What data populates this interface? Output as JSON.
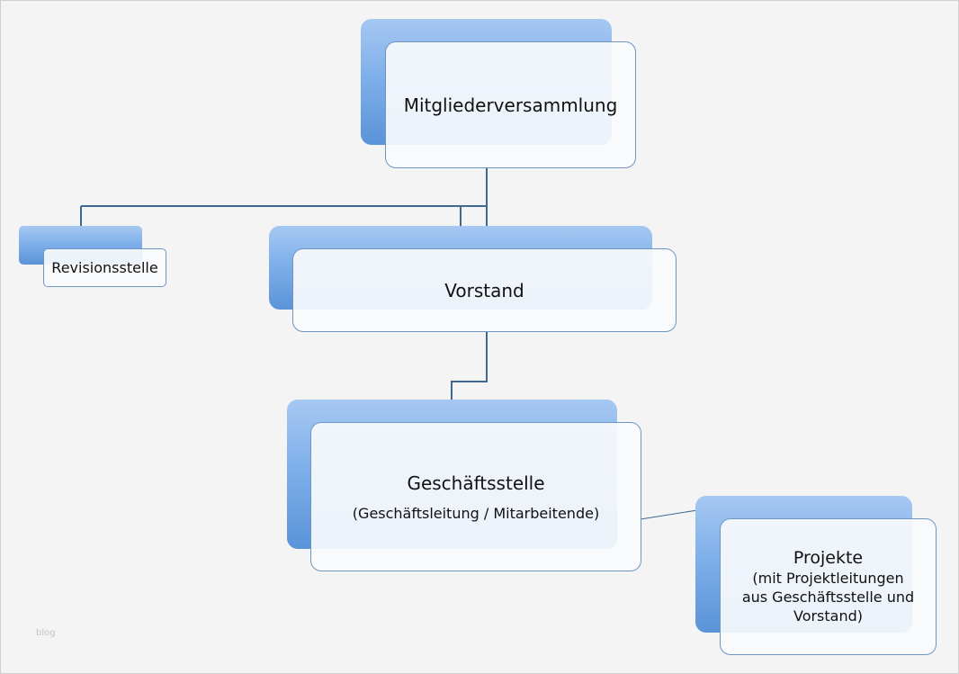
{
  "nodes": {
    "mitgliederversammlung": {
      "title": "Mitgliederversammlung"
    },
    "revisionsstelle": {
      "title": "Revisionsstelle"
    },
    "vorstand": {
      "title": "Vorstand"
    },
    "geschaeftsstelle": {
      "title": "Geschäftsstelle",
      "subtitle": "(Geschäftsleitung / Mitarbeitende)"
    },
    "projekte": {
      "title": "Projekte",
      "subtitle_lines": [
        "(mit Projektleitungen",
        "aus Geschäftsstelle und",
        "Vorstand)"
      ]
    }
  },
  "watermark": "blog",
  "colors": {
    "background": "#f4f4f4",
    "connector": "#3f6792",
    "box_border": "#6f95c2",
    "box_gradient_top": "#a6c8f2",
    "box_gradient_bottom": "#5a93d8"
  }
}
